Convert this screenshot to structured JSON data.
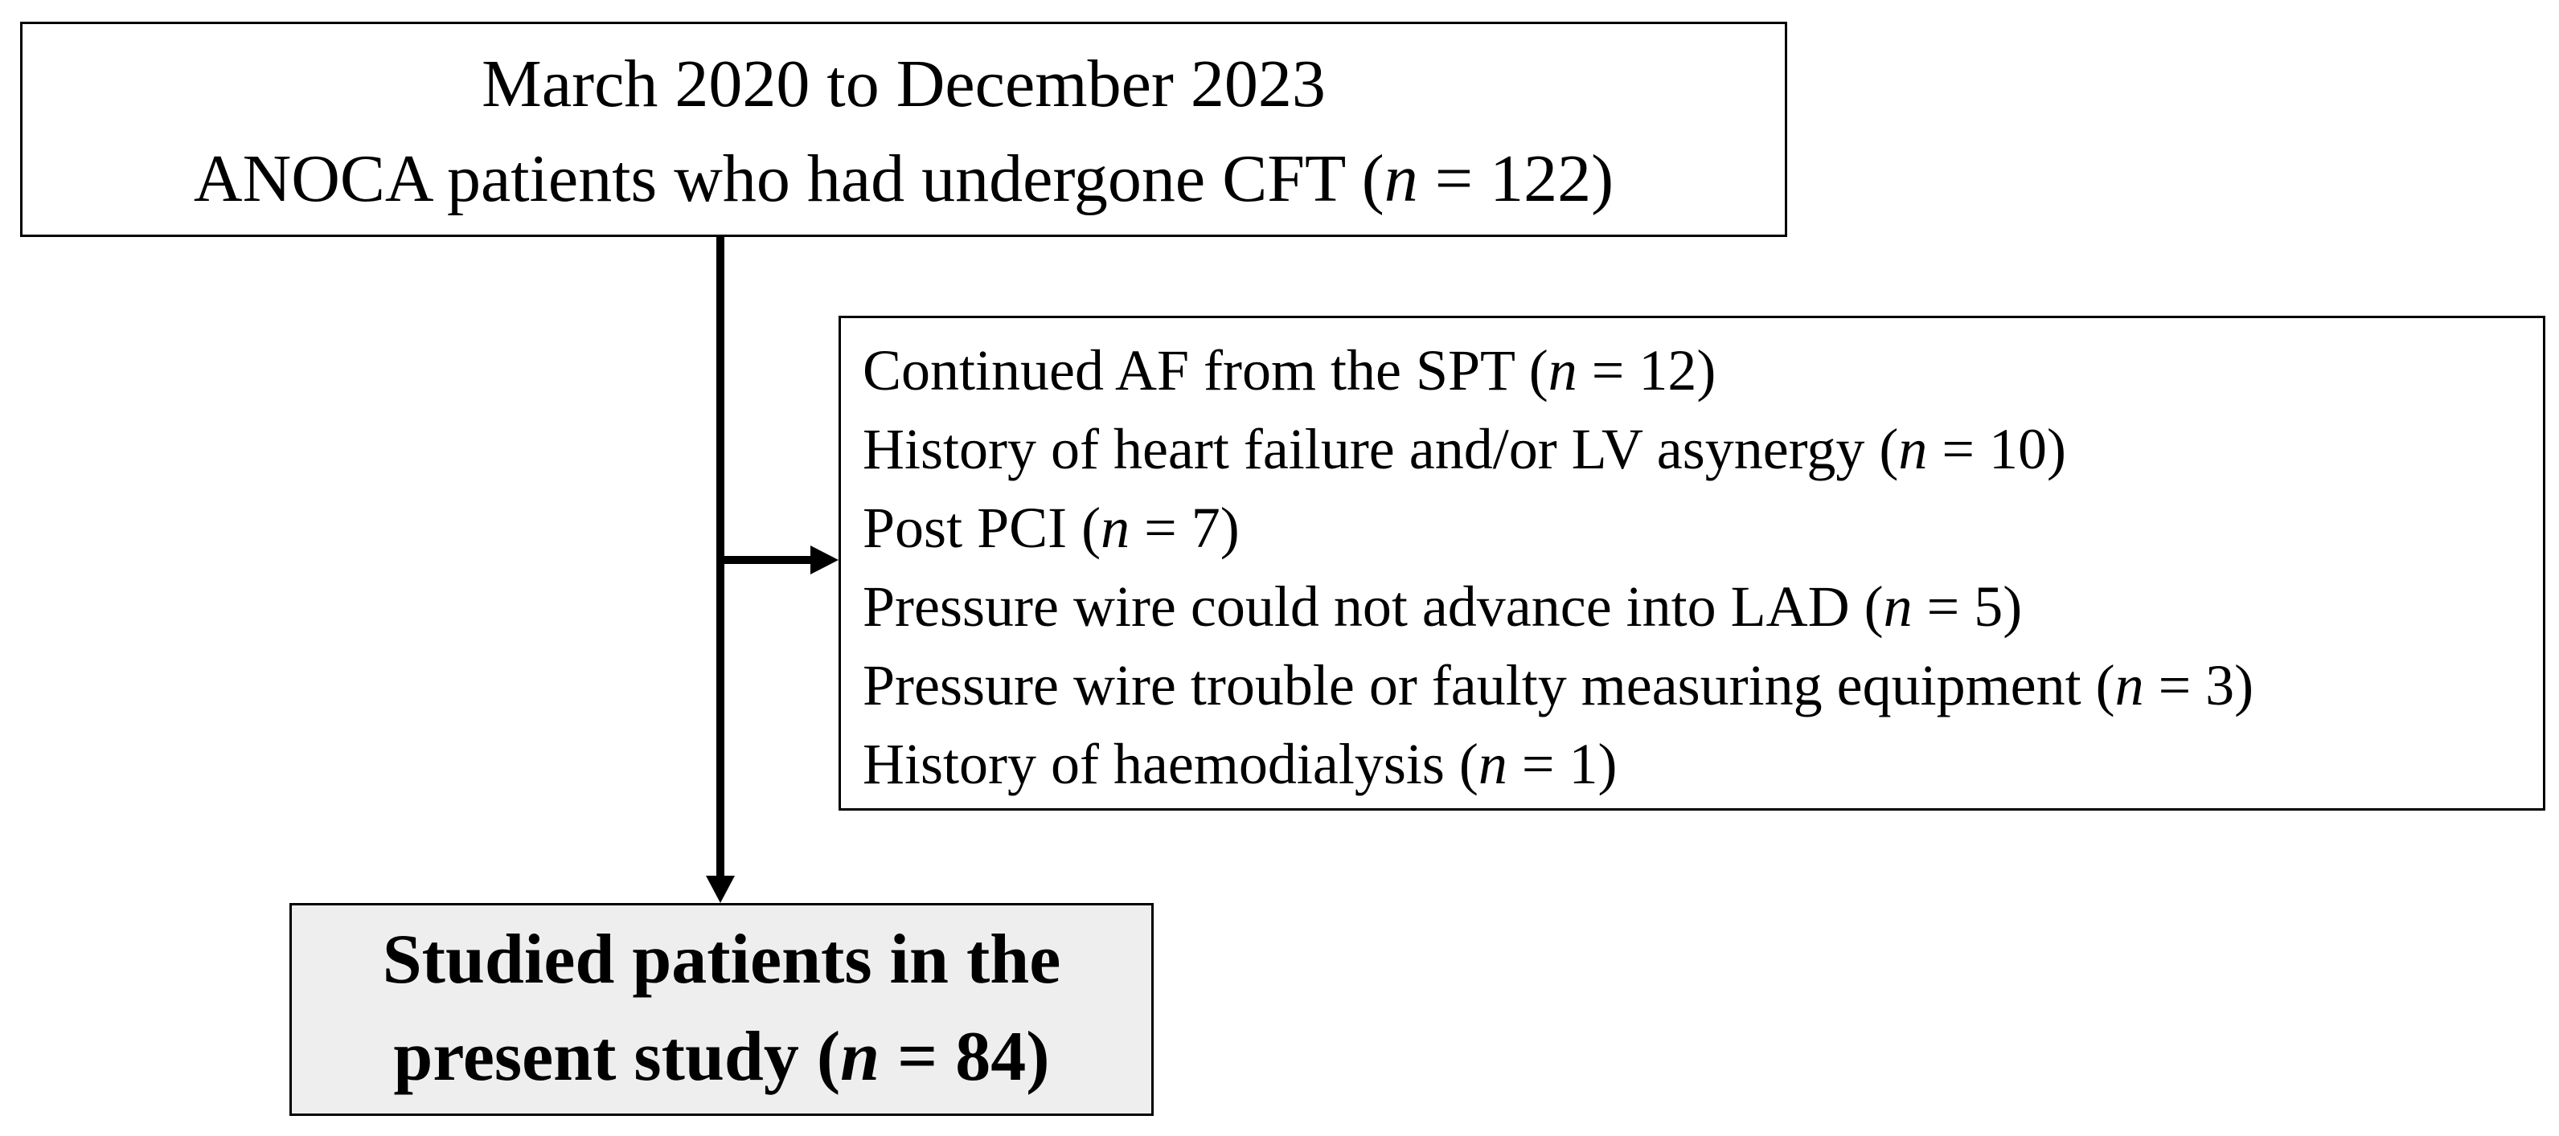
{
  "top_box": {
    "line1": "March 2020 to December 2023",
    "line2_prefix": "ANOCA patients who had undergone CFT (",
    "line2_n": "n",
    "line2_suffix": " = 122)"
  },
  "exclusion_box": {
    "items": [
      {
        "prefix": "Continued AF from the SPT (",
        "n": "n",
        "suffix": " = 12)"
      },
      {
        "prefix": "History of heart failure and/or LV asynergy  (",
        "n": "n",
        "suffix": " = 10)"
      },
      {
        "prefix": "Post PCI (",
        "n": "n",
        "suffix": " = 7)"
      },
      {
        "prefix": "Pressure wire could not advance into LAD (",
        "n": "n",
        "suffix": " = 5)"
      },
      {
        "prefix": "Pressure wire trouble or faulty measuring equipment (",
        "n": "n",
        "suffix": " = 3)"
      },
      {
        "prefix": "History of haemodialysis (",
        "n": "n",
        "suffix": " = 1)"
      }
    ]
  },
  "result_box": {
    "line1": "Studied patients in the",
    "line2_prefix": "present study (",
    "line2_n": "n",
    "line2_suffix": " = 84)",
    "fill_color": "#eeeeee"
  }
}
